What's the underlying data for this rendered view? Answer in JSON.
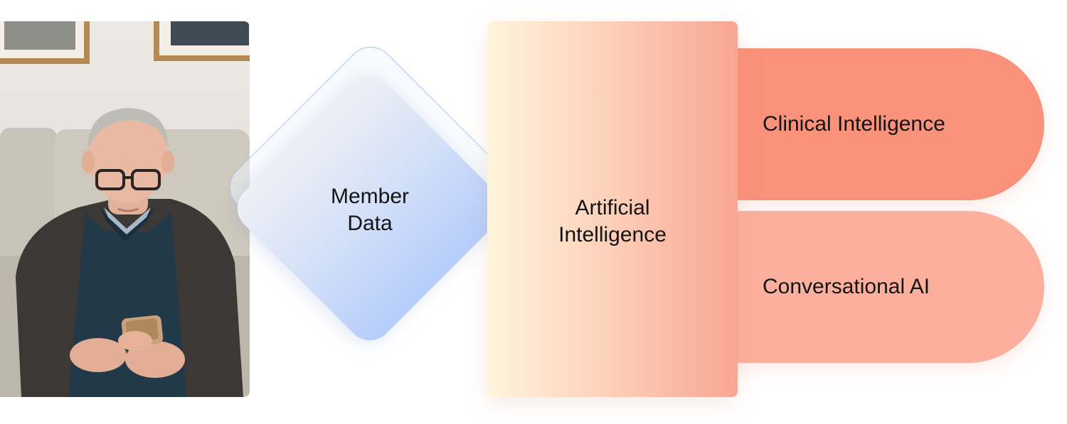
{
  "photo": {
    "icon": "man-using-phone-photo"
  },
  "diamond": {
    "line1": "Member",
    "line2": "Data"
  },
  "ai_panel": {
    "line1": "Artificial",
    "line2": "Intelligence"
  },
  "pills": {
    "clinical": "Clinical Intelligence",
    "conversational": "Conversational AI"
  },
  "colors": {
    "diamond_start": "#eef0f5",
    "diamond_end": "#b5cdfb",
    "panel_start": "#fff4dd",
    "panel_end": "#f9a593",
    "pill_clinical": "#fa917a",
    "pill_conversational": "#fbaf9c"
  }
}
